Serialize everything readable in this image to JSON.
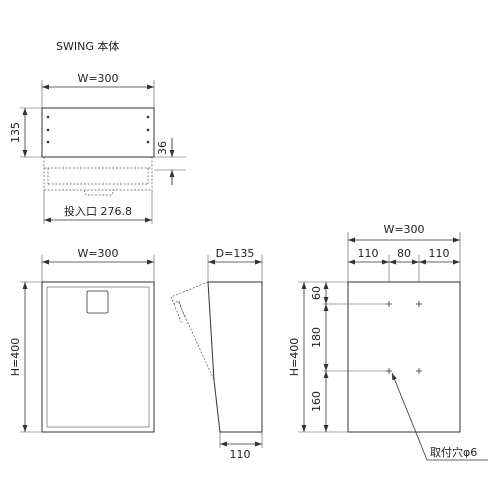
{
  "title": "SWING 本体",
  "top_view": {
    "width_label": "W=300",
    "height_label": "135",
    "slot_depth_label": "36",
    "opening_label": "投入口 276.8"
  },
  "front_view": {
    "width_label": "W=300",
    "height_label": "H=400"
  },
  "side_view": {
    "depth_label": "D=135",
    "bottom_depth_label": "110"
  },
  "rear_view": {
    "width_label": "W=300",
    "hole_spacing_labels": [
      "110",
      "80",
      "110"
    ],
    "height_label": "H=400",
    "vertical_spacing_labels": [
      "60",
      "180",
      "160"
    ],
    "mounting_hole_label": "取付穴φ6"
  }
}
